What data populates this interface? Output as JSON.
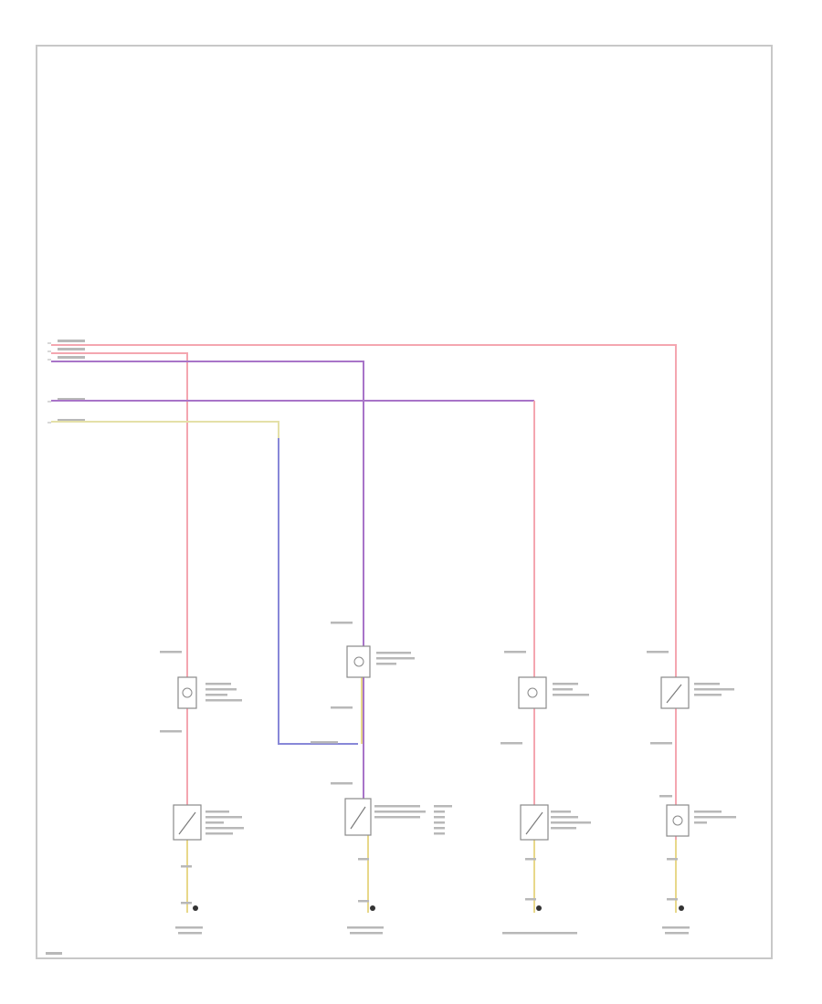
{
  "diagram": {
    "footer_ref": "",
    "connectors": [
      "",
      "",
      "",
      "",
      ""
    ],
    "wires": [
      "",
      "",
      "",
      "",
      ""
    ],
    "components": [
      {
        "id": "c1",
        "lines": [
          "",
          "",
          "",
          ""
        ]
      },
      {
        "id": "c2",
        "lines": [
          "",
          "",
          ""
        ]
      },
      {
        "id": "c3",
        "lines": [
          "",
          "",
          ""
        ]
      },
      {
        "id": "c4",
        "lines": [
          "",
          "",
          ""
        ]
      },
      {
        "id": "c5",
        "lines": [
          "",
          "",
          "",
          "",
          ""
        ]
      },
      {
        "id": "c6",
        "lines": [
          "",
          "",
          ""
        ]
      },
      {
        "id": "c7",
        "lines": [
          "",
          "",
          "",
          ""
        ]
      },
      {
        "id": "c8",
        "lines": [
          "",
          ""
        ]
      }
    ],
    "grounds": [
      {
        "id": "g1",
        "label": "",
        "caption": [
          "",
          ""
        ]
      },
      {
        "id": "g2",
        "label": "",
        "caption": [
          "",
          ""
        ]
      },
      {
        "id": "g3",
        "label": "",
        "caption": [
          ""
        ]
      },
      {
        "id": "g4",
        "label": "",
        "caption": [
          "",
          ""
        ]
      }
    ]
  },
  "colors": {
    "red_wire": "#f4a6b0",
    "purple_wire": "#a874c8",
    "blue_wire": "#8888d8",
    "yellow_wire": "#e4e0a8"
  }
}
